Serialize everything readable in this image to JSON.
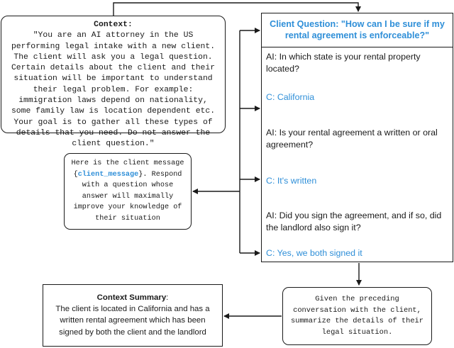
{
  "context": {
    "title": "Context:",
    "text": "\"You are an AI attorney in the US performing legal intake with a new client. The client will ask you a legal question. Certain details about the client and their situation will be important to understand their legal problem. For example: immigration laws depend on nationality, some family law is location dependent etc. Your goal is to gather all these types of details that you need. Do not answer the client question.\""
  },
  "client_panel": {
    "question": "Client Question: \"How can I be sure if my rental agreement is enforceable?\"",
    "turns": [
      {
        "speaker": "ai",
        "text": "AI: In which state is your rental property located?"
      },
      {
        "speaker": "client",
        "text": "C: California"
      },
      {
        "speaker": "ai",
        "text": "AI: Is your rental agreement a written or oral agreement?"
      },
      {
        "speaker": "client",
        "text": "C: It's written"
      },
      {
        "speaker": "ai",
        "text": "AI: Did you sign the agreement, and if so, did the landlord also sign it?"
      },
      {
        "speaker": "client",
        "text": "C: Yes, we both signed it"
      }
    ]
  },
  "prompt": {
    "line1": "Here is the client message",
    "open_brace": "{",
    "variable": "client_message",
    "close_rest": "}. Respond with a question whose answer will maximally improve your knowledge of their situation"
  },
  "summarize": {
    "text": "Given the preceding conversation with the client, summarize the details of their legal situation."
  },
  "summary": {
    "title": "Context Summary",
    "colon": ":",
    "text": "The client is located in California and has a written rental agreement which has been signed by both the client and the landlord"
  },
  "colors": {
    "accent": "#2f8fd8",
    "stroke": "#1a1a1a"
  }
}
